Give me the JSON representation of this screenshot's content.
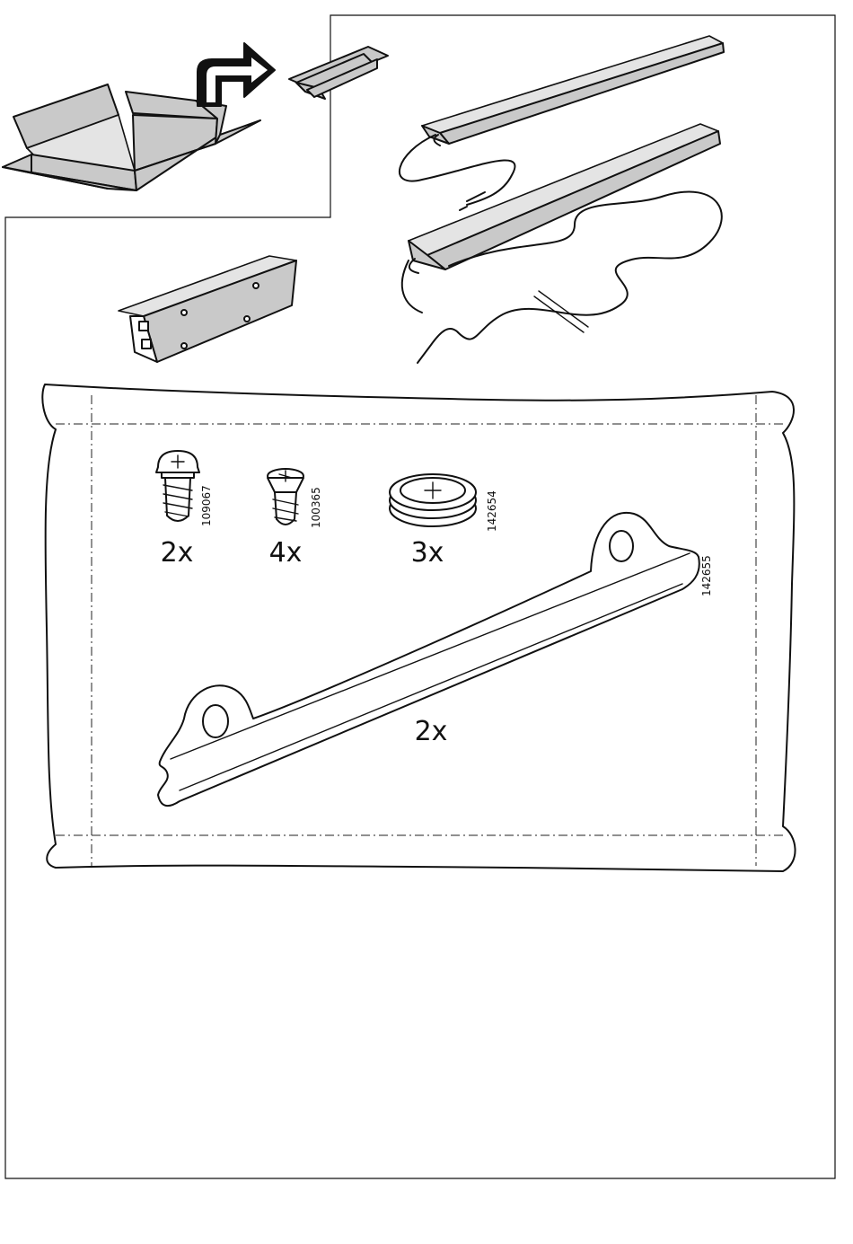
{
  "items": [
    {
      "name": "screw-pan-head",
      "quantity": "2x",
      "part_number": "109067"
    },
    {
      "name": "screw-countersunk",
      "quantity": "4x",
      "part_number": "100365"
    },
    {
      "name": "adhesive-pad",
      "quantity": "3x",
      "part_number": "142654"
    },
    {
      "name": "mounting-bracket",
      "quantity": "2x",
      "part_number": "142655"
    }
  ]
}
